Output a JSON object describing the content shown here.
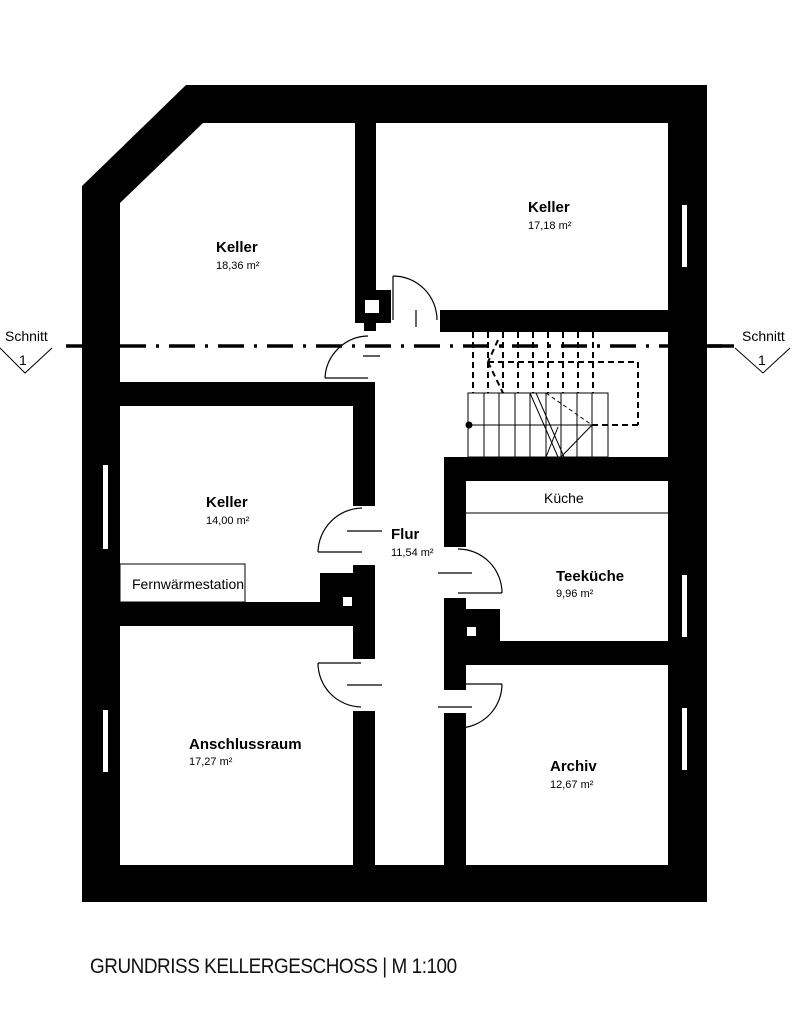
{
  "plan": {
    "title": "GRUNDRISS KELLERGESCHOSS | M 1:100",
    "colors": {
      "wall": "#000000",
      "background": "#ffffff",
      "line": "#000000"
    }
  },
  "rooms": {
    "keller_nw": {
      "name": "Keller",
      "area": "18,36 m²"
    },
    "keller_ne": {
      "name": "Keller",
      "area": "17,18 m²"
    },
    "keller_w": {
      "name": "Keller",
      "area": "14,00 m²"
    },
    "flur": {
      "name": "Flur",
      "area": "11,54 m²"
    },
    "teekueche": {
      "name": "Teeküche",
      "area": "9,96 m²"
    },
    "anschlussraum": {
      "name": "Anschlussraum",
      "area": "17,27 m²"
    },
    "archiv": {
      "name": "Archiv",
      "area": "12,67 m²"
    }
  },
  "fixtures": {
    "fernwaermestation": "Fernwärmestation",
    "kueche": "Küche"
  },
  "section_markers": {
    "left": {
      "label": "Schnitt",
      "number": "1"
    },
    "right": {
      "label": "Schnitt",
      "number": "1"
    }
  }
}
